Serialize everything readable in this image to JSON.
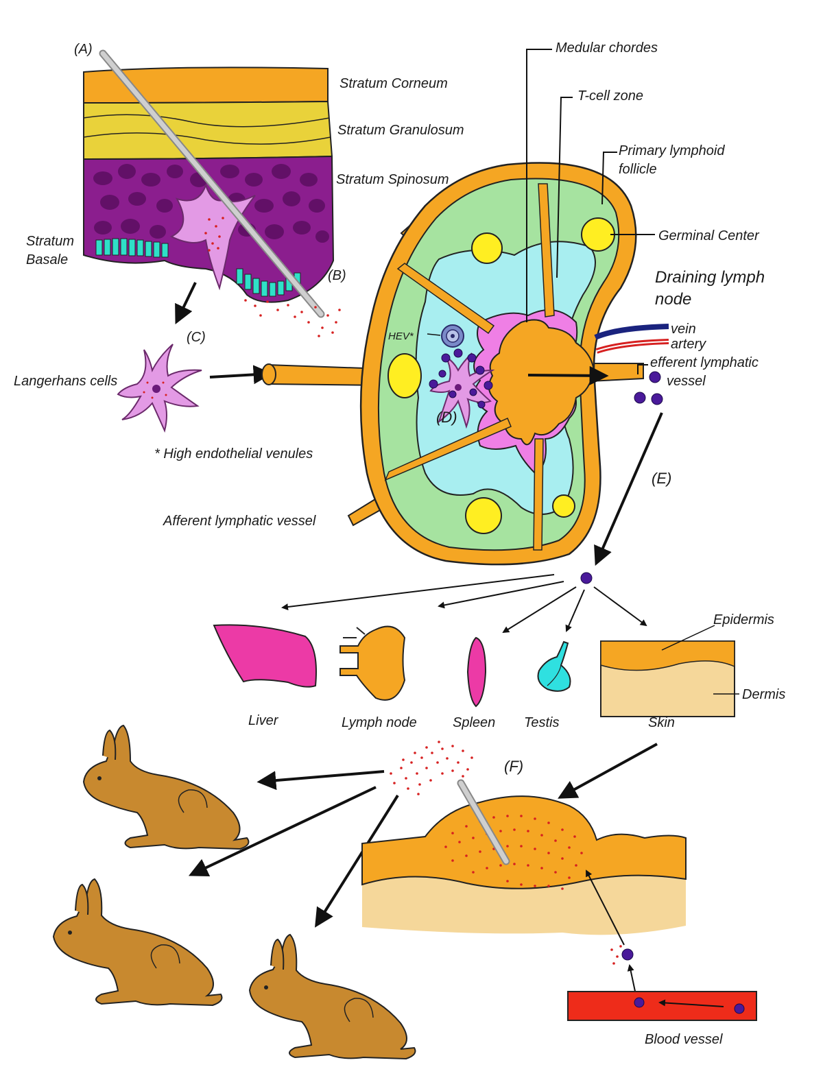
{
  "labels": {
    "A": "(A)",
    "B": "(B)",
    "C": "(C)",
    "D": "(D)",
    "E": "(E)",
    "F": "(F)",
    "stratum_corneum": "Stratum Corneum",
    "stratum_granulosum": "Stratum Granulosum",
    "stratum_spinosum": "Stratum Spinosum",
    "stratum_basale_1": "Stratum",
    "stratum_basale_2": "Basale",
    "medular_chordes": "Medular chordes",
    "t_cell_zone": "T-cell zone",
    "primary_follicle_1": "Primary lymphoid",
    "primary_follicle_2": "follicle",
    "germinal_center": "Germinal Center",
    "draining_1": "Draining lymph",
    "draining_2": "node",
    "vein": "vein",
    "artery": "artery",
    "efferent_1": "efferent lymphatic",
    "efferent_2": "vessel",
    "langerhans": "Langerhans cells",
    "hev": "HEV*",
    "hev_footnote": "* High endothelial venules",
    "afferent": "Afferent lymphatic vessel",
    "liver": "Liver",
    "lymph_node": "Lymph node",
    "spleen": "Spleen",
    "testis": "Testis",
    "skin": "Skin",
    "epidermis": "Epidermis",
    "dermis": "Dermis",
    "blood_vessel": "Blood vessel"
  },
  "colors": {
    "orange": "#f5a623",
    "orange_dark": "#e8941a",
    "yellow_layer": "#e9d23a",
    "purple": "#8b1e8e",
    "purple_dark": "#5e0f63",
    "cyan": "#2fe0c8",
    "green": "#a6e3a0",
    "light_cyan": "#a8eef0",
    "pink_medulla": "#ef7fe5",
    "follicle_yellow": "#ffee22",
    "langerhans_pink": "#e39ae5",
    "lymphocyte": "#4a1a9a",
    "liver_magenta": "#ec3aa6",
    "skin_beige": "#f5d79a",
    "rabbit": "#c8892f",
    "blood_red": "#ee2c1a",
    "dots_red": "#d62020",
    "vein_blue": "#1a237e",
    "needle_gray": "#c8c8c8"
  }
}
